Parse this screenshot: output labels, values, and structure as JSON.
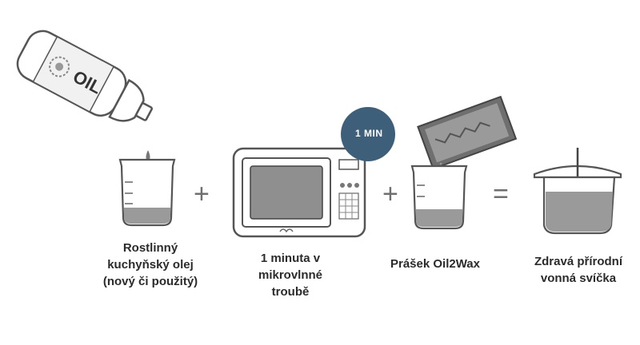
{
  "steps": {
    "oil": {
      "lines": [
        "Rostlinný",
        "kuchyňský olej",
        "(nový či použitý)"
      ]
    },
    "microwave": {
      "lines": [
        "1 minuta v",
        "mikrovlnné",
        "troubě"
      ],
      "badge": "1 MIN"
    },
    "powder": {
      "lines": [
        "Prášek Oil2Wax"
      ]
    },
    "candle": {
      "lines": [
        "Zdravá přírodní",
        "vonná svíčka"
      ]
    }
  },
  "bottle": {
    "label": "OIL"
  },
  "operators": {
    "plus": "+",
    "equals": "="
  },
  "colors": {
    "outline": "#555555",
    "liquid": "#9a9a9a",
    "badge": "#3e5f7a",
    "text": "#2b2b2b"
  }
}
